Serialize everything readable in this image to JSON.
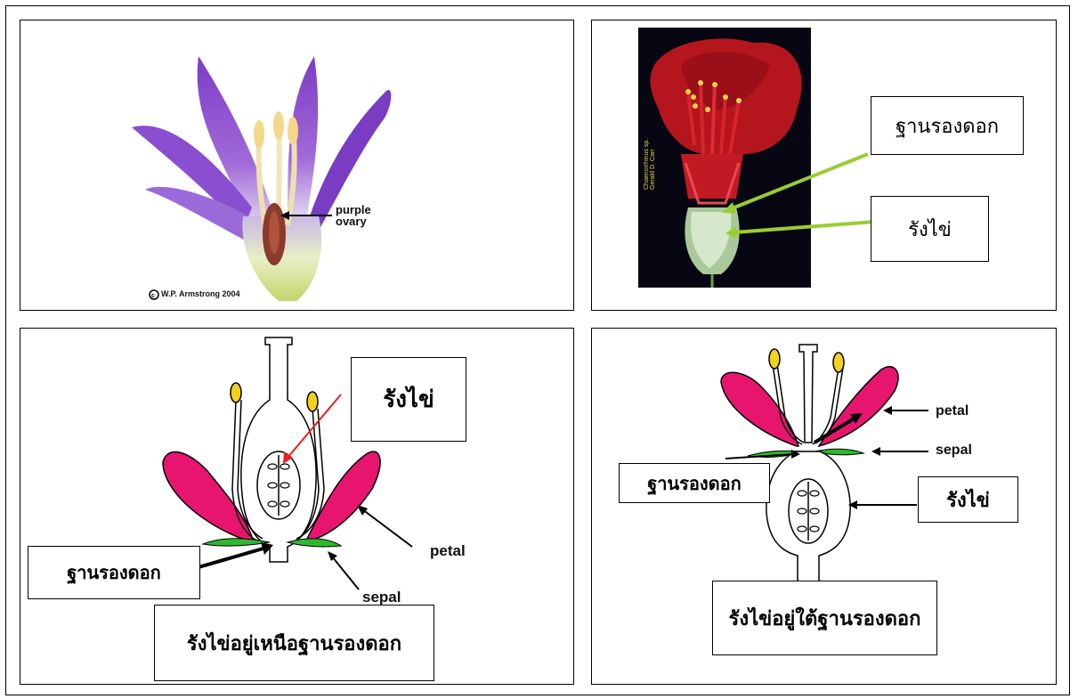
{
  "panel1": {
    "label_ovary": "purple\novary",
    "label_ovary_line1": "purple",
    "label_ovary_line2": "ovary",
    "copyright": "W.P. Armstrong 2004"
  },
  "panel2": {
    "box_receptacle": "ฐานรองดอก",
    "box_ovary": "รังไข่",
    "photo_credit_line1": "Chaenorrhinus sp.",
    "photo_credit_line2": "Gerald D. Carr"
  },
  "panel3": {
    "box_ovary": "รังไข่",
    "box_receptacle": "ฐานรองดอก",
    "label_petal": "petal",
    "label_sepal": "sepal",
    "caption": "รังไข่อยู่เหนือฐานรองดอก"
  },
  "panel4": {
    "label_petal": "petal",
    "label_sepal": "sepal",
    "box_receptacle": "ฐานรองดอก",
    "box_ovary": "รังไข่",
    "caption": "รังไข่อยู่ใต้ฐานรองดอก"
  },
  "colors": {
    "petal_pink": "#e8156f",
    "sepal_green": "#2fb82f",
    "anther_yellow": "#f2d21a",
    "arrow_green": "#9acd32",
    "arrow_red": "#e8221e",
    "photo_purple": "#8a3fc0",
    "photo_red": "#b5151c"
  }
}
